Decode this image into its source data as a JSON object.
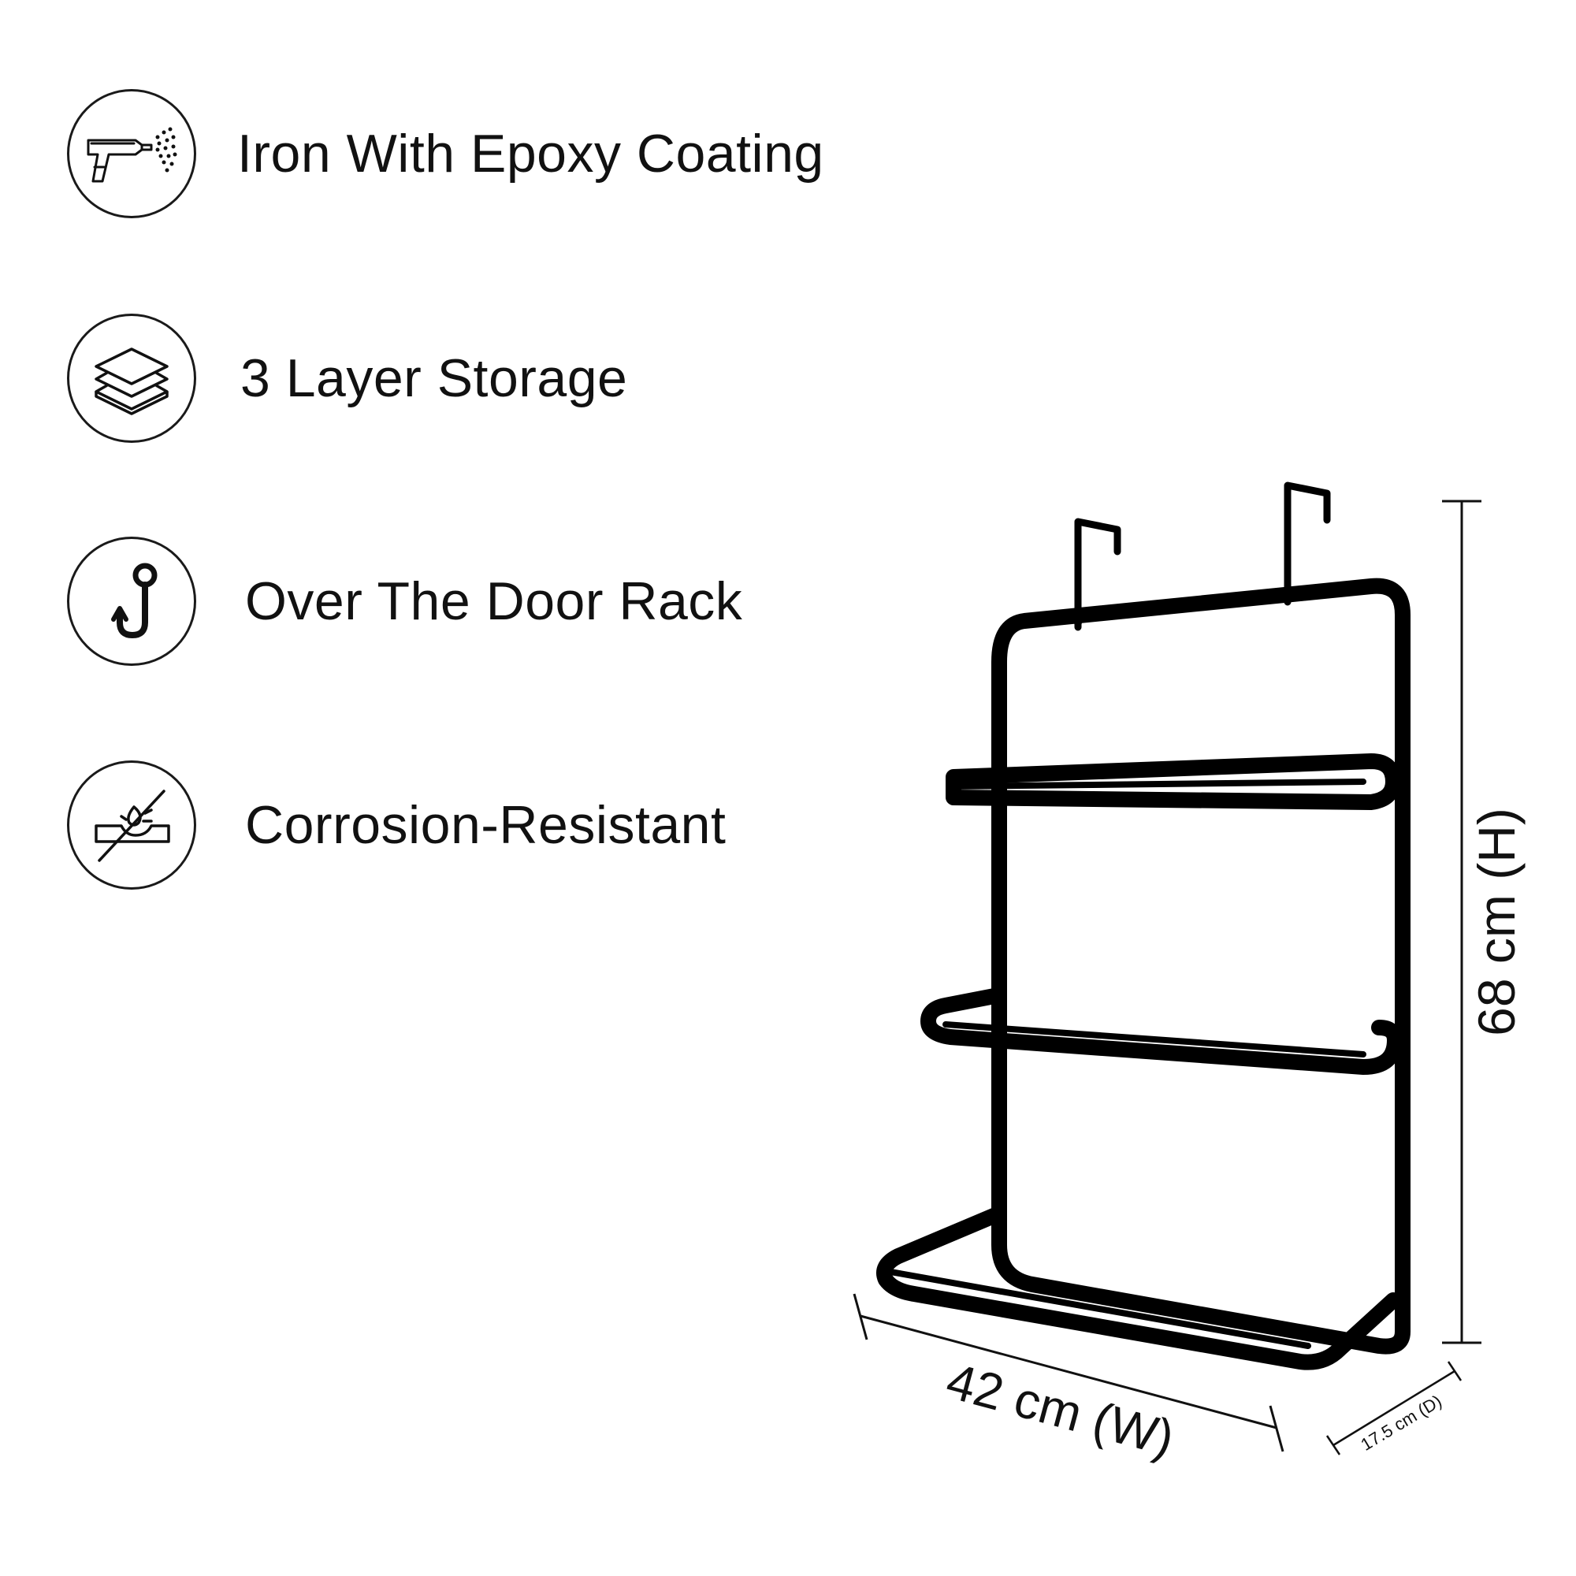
{
  "features": [
    {
      "label": "Iron With Epoxy Coating",
      "icon": "spray-gun-icon"
    },
    {
      "label": "3 Layer Storage",
      "icon": "layers-icon"
    },
    {
      "label": "Over The Door Rack",
      "icon": "hook-icon"
    },
    {
      "label": "Corrosion-Resistant",
      "icon": "no-corrosion-icon"
    }
  ],
  "dimensions": {
    "height": "68 cm (H)",
    "width": "42 cm (W)",
    "depth": "17.5 cm (D)"
  },
  "colors": {
    "text": "#111111",
    "rack": "#000000",
    "background": "#ffffff"
  }
}
